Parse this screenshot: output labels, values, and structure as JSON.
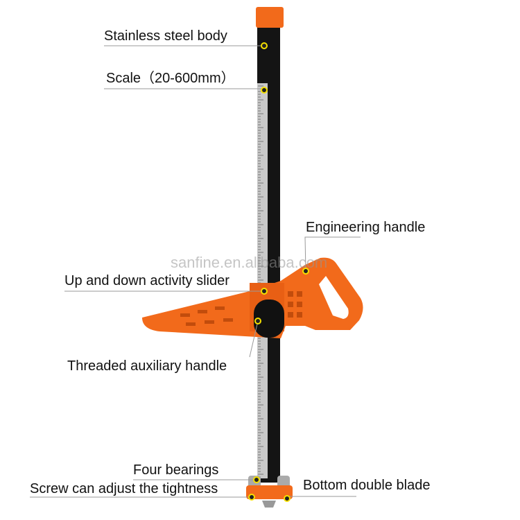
{
  "labels": {
    "body": "Stainless steel body",
    "scale": "Scale（20-600mm）",
    "engineering_handle": "Engineering handle",
    "slider": "Up and down activity slider",
    "threaded_handle": "Threaded auxiliary handle",
    "bearings": "Four bearings",
    "screw": "Screw can adjust the tightness",
    "blade": "Bottom double blade"
  },
  "watermark": "sanfine.en.alibaba.com",
  "colors": {
    "orange": "#f26a1b",
    "bar": "#141414",
    "marker": "#f5e000"
  }
}
